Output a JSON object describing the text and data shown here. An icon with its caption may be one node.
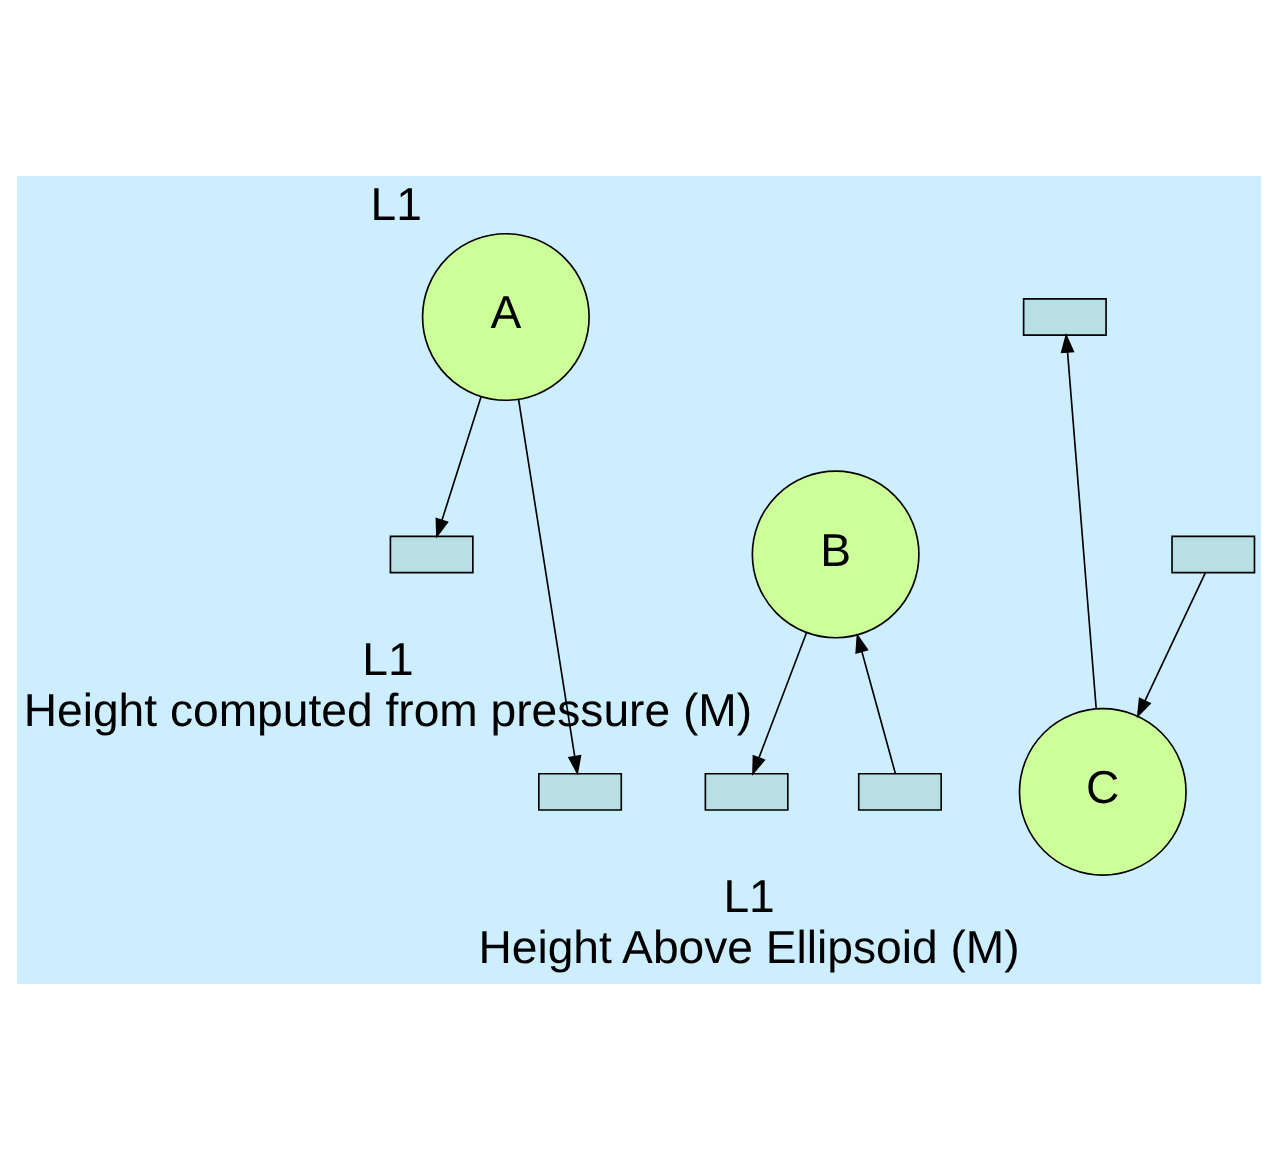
{
  "diagram": {
    "nodes": [
      {
        "text": [
          "A"
        ],
        "beside": [
          "L1"
        ]
      },
      {
        "text": [
          "B"
        ],
        "beside": [
          "L1",
          "Height computed from pressure (M)"
        ]
      },
      {
        "text": [
          "C"
        ],
        "beside": [
          "L1",
          "Height Above Ellipsoid (M)"
        ]
      },
      {
        "text": [],
        "shape": "box"
      },
      {
        "text": [],
        "shape": "box"
      },
      {
        "text": [],
        "shape": "box"
      },
      {
        "text": [],
        "shape": "box"
      },
      {
        "text": [],
        "shape": "box"
      },
      {
        "text": [],
        "shape": "box"
      }
    ],
    "edges": [
      {
        "from": 2,
        "to": 3,
        "arrow": "to"
      },
      {
        "from": 1,
        "to": 4,
        "arrow": "to"
      },
      {
        "from": 0,
        "to": 5,
        "arrow": "to"
      },
      {
        "from": 6,
        "to": 2,
        "arrow": "to"
      },
      {
        "from": 0,
        "to": 7,
        "arrow": "to"
      },
      {
        "from": 8,
        "to": 1,
        "arrow": "to"
      }
    ]
  }
}
